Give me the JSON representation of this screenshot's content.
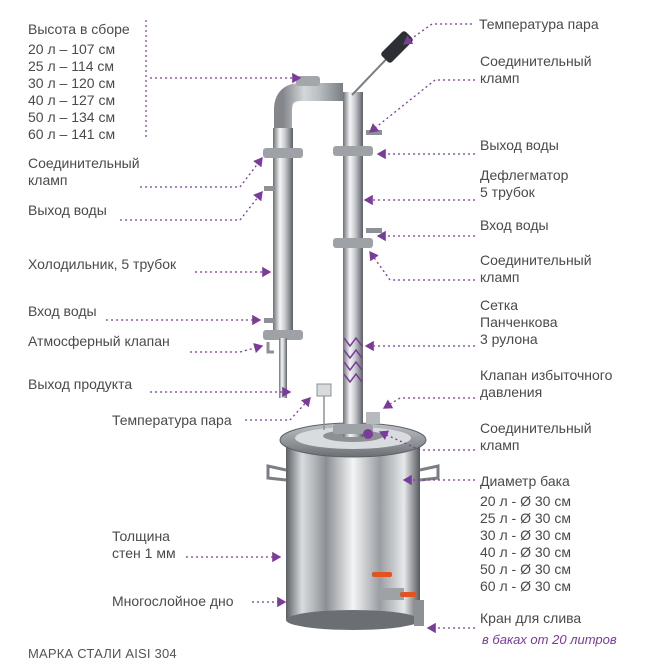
{
  "left": {
    "assembly_height_title": "Высота в сборе",
    "heights": [
      "20 л – 107 см",
      "25 л – 114 см",
      "30 л – 120 см",
      "40 л – 127 см",
      "50 л – 134 см",
      "60 л – 141 см"
    ],
    "clamp_left": [
      "Соединительный",
      "кламп"
    ],
    "water_out_left": "Выход воды",
    "cooler": "Холодильник, 5 трубок",
    "water_in_left": "Вход воды",
    "atmo_valve": "Атмосферный клапан",
    "product_out": "Выход продукта",
    "steam_temp_mid": "Температура пара",
    "wall": [
      "Толщина",
      "стен 1 мм"
    ],
    "bottom": "Многослойное дно",
    "steel_grade": "МАРКА СТАЛИ AISI 304"
  },
  "right": {
    "steam_temp_top": "Температура пара",
    "clamp_top": [
      "Соединительный",
      "кламп"
    ],
    "water_out": "Выход воды",
    "dephleg": [
      "Дефлегматор",
      "5 трубок"
    ],
    "water_in": "Вход воды",
    "clamp_mid": [
      "Соединительный",
      "кламп"
    ],
    "mesh": [
      "Сетка",
      "Панченкова",
      "3 рулона"
    ],
    "relief_valve": [
      "Клапан избыточного",
      "давления"
    ],
    "clamp_bottom": [
      "Соединительный",
      "кламп"
    ],
    "tank_title": "Диаметр бака",
    "tanks": [
      "20 л - Ø 30 см",
      "25 л - Ø 30 см",
      "30 л - Ø 30 см",
      "40 л - Ø 30 см",
      "50 л - Ø 30 см",
      "60 л - Ø 30 см"
    ],
    "drain": "Кран для слива",
    "drain_note": "в баках от 20 литров"
  },
  "colors": {
    "accent": "#7b3b9a",
    "steel_dark": "#6e7378",
    "steel_light": "#eef0f1",
    "valve": "#e2531f"
  }
}
